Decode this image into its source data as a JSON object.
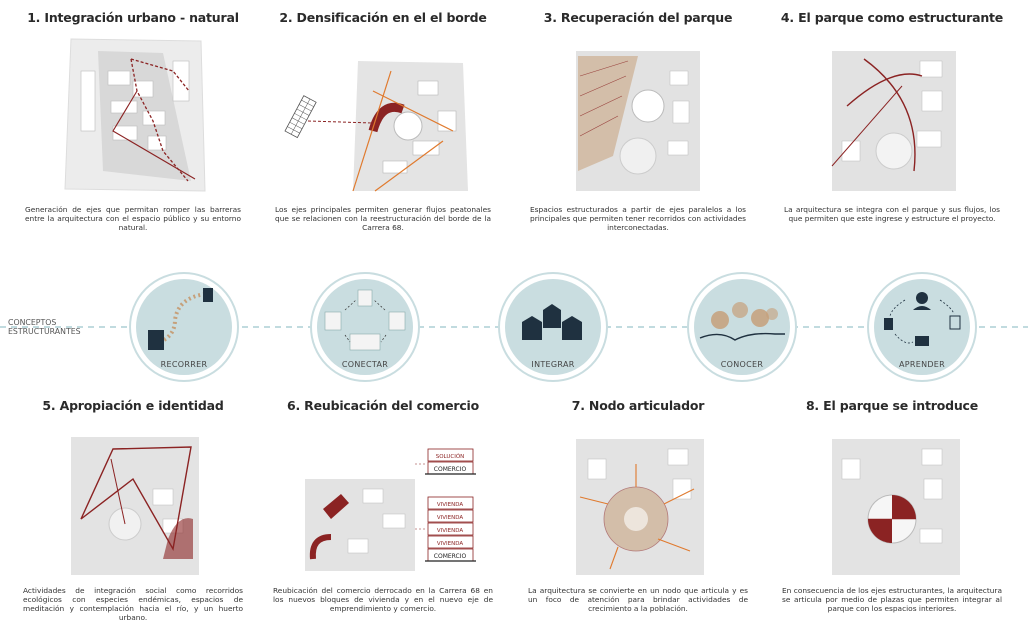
{
  "panels": [
    {
      "title": "1. Integración urbano - natural",
      "desc": "Generación de ejes que permitan romper las barreras entre la arquitectura con el espacio público y su entorno natural."
    },
    {
      "title": "2. Densificación en el el borde",
      "desc": "Los ejes principales permiten generar flujos peatonales que se relacionen con la reestructuración del borde de la Carrera 68."
    },
    {
      "title": "3. Recuperación del parque",
      "desc": "Espacios estructurados a partir de ejes paralelos a los principales que permiten tener recorridos con actividades interconectadas."
    },
    {
      "title": "4. El parque como estructurante",
      "desc": "La arquitectura se integra con el parque y sus flujos, los que permiten que este ingrese y estructure el proyecto."
    },
    {
      "title": "5. Apropiación e identidad",
      "desc": "Actividades de integración social como recorridos ecológicos con especies endémicas, espacios de meditación y contemplación hacia el río, y un huerto urbano."
    },
    {
      "title": "6. Reubicación del comercio",
      "desc": "Reubicación del comercio derrocado en la Carrera 68 en los nuevos bloques de vivienda y en el nuevo eje de emprendimiento y comercio."
    },
    {
      "title": "7. Nodo articulador",
      "desc": "La arquitectura se convierte en un nodo que articula y es un foco de atención para brindar actividades de crecimiento a la población."
    },
    {
      "title": "8. El parque se introduce",
      "desc": "En consecuencia de los ejes estructurantes, la arquitectura se articula por medio de plazas que permiten integrar al parque con los espacios interiores."
    }
  ],
  "concepts_label": "CONCEPTOS ESTRUCTURANTES",
  "concepts": [
    "RECORRER",
    "CONECTAR",
    "INTEGRAR",
    "CONOCER",
    "APRENDER"
  ],
  "stack_labels": [
    "SOLUCIÓN",
    "COMERCIO",
    "VIVIENDA",
    "VIVIENDA",
    "VIVIENDA",
    "VIVIENDA",
    "COMERCIO"
  ],
  "colors": {
    "accent": "#8b2323",
    "concept_fill": "#c9dde0",
    "dash": "#9cc5cc",
    "dark": "#1f3140",
    "tan": "#c6a07a",
    "orange": "#e07a2e"
  }
}
